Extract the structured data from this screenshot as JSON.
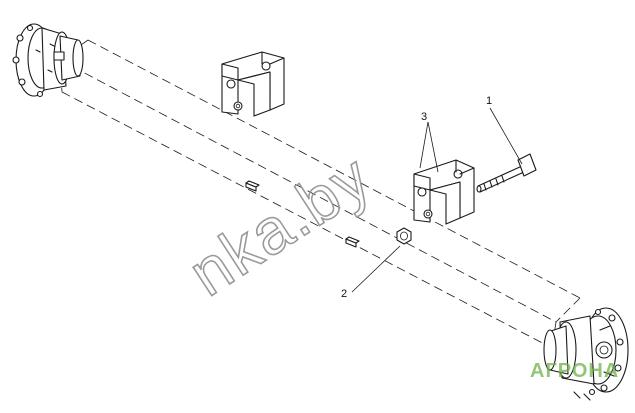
{
  "callouts": [
    {
      "id": "1",
      "label": "1"
    },
    {
      "id": "2",
      "label": "2"
    },
    {
      "id": "3",
      "label": "3"
    }
  ],
  "watermark": {
    "text": "nka.by"
  },
  "logo": {
    "text": "АГРОНА",
    "color": "#6fb24a"
  },
  "colors": {
    "line": "#1a1a1a",
    "background": "#ffffff",
    "watermark": "#9a9a9a"
  }
}
